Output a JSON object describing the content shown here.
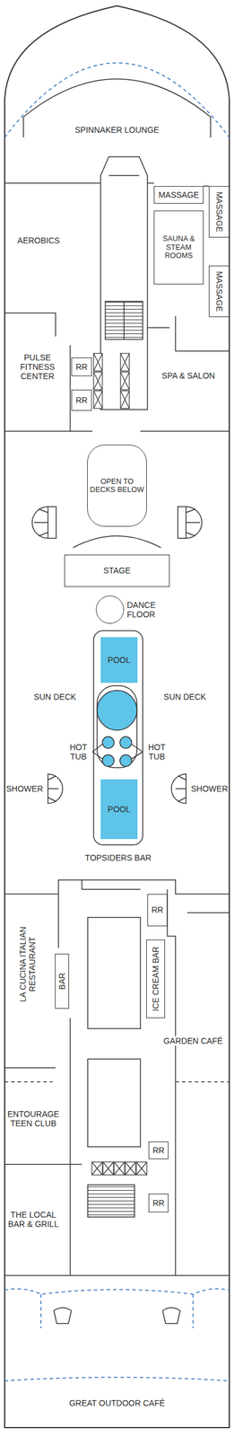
{
  "diagram": {
    "nodes": [
      {
        "text": [
          "MASSAGE"
        ]
      },
      {
        "text": [
          "MASSAGE"
        ]
      },
      {
        "text": [
          "SAUNA & STEAM ROOMS"
        ]
      },
      {
        "text": [
          "MASSAGE"
        ]
      },
      {
        "text": [
          "RR"
        ]
      },
      {
        "text": [
          "RR"
        ]
      },
      {
        "text": [
          "OPEN TO DECKS BELOW"
        ]
      },
      {
        "text": [
          "STAGE"
        ]
      },
      {
        "text": [
          "DANCE FLOOR"
        ]
      },
      {
        "text": [
          "POOL"
        ]
      },
      {
        "text": [
          "POOL"
        ]
      },
      {
        "text": [
          "RR"
        ]
      },
      {
        "text": [
          "BAR"
        ]
      },
      {
        "text": [
          "ICE CREAM BAR"
        ]
      },
      {
        "text": [
          "RR"
        ]
      },
      {
        "text": [
          "RR"
        ]
      }
    ],
    "labels": [
      "SPINNAKER LOUNGE",
      "AEROBICS",
      "PULSE FITNESS CENTER",
      "SPA & SALON",
      "SUN DECK",
      "SUN DECK",
      "HOT TUB",
      "HOT TUB",
      "SHOWER",
      "SHOWER",
      "TOPSIDERS BAR",
      "LA CUCINA ITALIAN RESTAURANT",
      "GARDEN CAFÉ",
      "ENTOURAGE TEEN CLUB",
      "THE LOCAL BAR & GRILL",
      "GREAT OUTDOOR CAFÉ"
    ]
  }
}
